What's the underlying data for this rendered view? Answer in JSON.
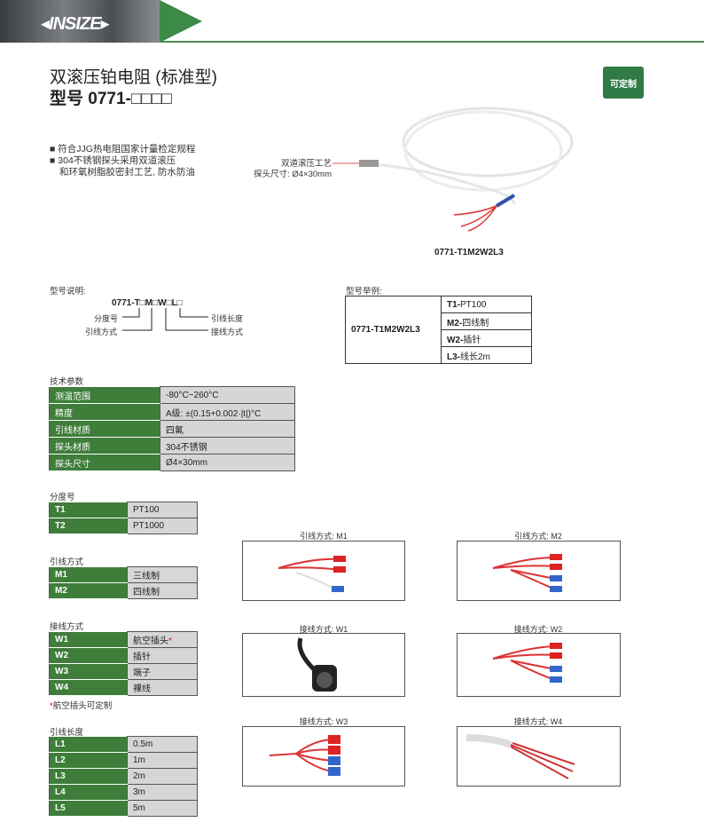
{
  "brand": {
    "logo": "INSIZE"
  },
  "header": {
    "title": "双滚压铂电阻 (标准型)",
    "model": "型号 0771-□□□□",
    "badge": "可定制"
  },
  "features": [
    "符合JJG热电阻国家计量检定规程",
    "304不锈钢探头采用双道滚压",
    "和环氧树脂胶密封工艺, 防水防油"
  ],
  "photo": {
    "callout1": "双道滚压工艺",
    "callout2": "探头尺寸: Ø4×30mm",
    "caption": "0771-T1M2W2L3"
  },
  "model_explain": {
    "label": "型号说明:",
    "code": "0771-T□M□W□L□",
    "parts": [
      "分度号",
      "引线方式",
      "引线长度",
      "接线方式"
    ]
  },
  "model_example": {
    "label": "型号举例:",
    "code": "0771-T1M2W2L3",
    "rows": [
      {
        "k": "T1-",
        "v": "PT100"
      },
      {
        "k": "M2-",
        "v": "四线制"
      },
      {
        "k": "W2-",
        "v": "插针"
      },
      {
        "k": "L3-",
        "v": "线长2m"
      }
    ]
  },
  "specs": {
    "label": "技术参数",
    "rows": [
      {
        "k": "测温范围",
        "v": "-80°C~260°C"
      },
      {
        "k": "精度",
        "v": "A级: ±(0.15+0.002·|t|)°C"
      },
      {
        "k": "引线材质",
        "v": "四氟"
      },
      {
        "k": "探头材质",
        "v": "304不锈钢"
      },
      {
        "k": "探头尺寸",
        "v": "Ø4×30mm"
      }
    ]
  },
  "graduation": {
    "label": "分度号",
    "rows": [
      {
        "k": "T1",
        "v": "PT100"
      },
      {
        "k": "T2",
        "v": "PT1000"
      }
    ]
  },
  "lead_mode": {
    "label": "引线方式",
    "rows": [
      {
        "k": "M1",
        "v": "三线制"
      },
      {
        "k": "M2",
        "v": "四线制"
      }
    ]
  },
  "wiring": {
    "label": "接线方式",
    "rows": [
      {
        "k": "W1",
        "v": "航空插头",
        "star": "*"
      },
      {
        "k": "W2",
        "v": "插针"
      },
      {
        "k": "W3",
        "v": "端子"
      },
      {
        "k": "W4",
        "v": "裸线"
      }
    ],
    "note_star": "*",
    "note": "航空插头可定制"
  },
  "lead_length": {
    "label": "引线长度",
    "rows": [
      {
        "k": "L1",
        "v": "0.5m"
      },
      {
        "k": "L2",
        "v": "1m"
      },
      {
        "k": "L3",
        "v": "2m"
      },
      {
        "k": "L4",
        "v": "3m"
      },
      {
        "k": "L5",
        "v": "5m"
      }
    ]
  },
  "images": [
    "引线方式: M1",
    "引线方式: M2",
    "接线方式: W1",
    "接线方式: W2",
    "接线方式: W3",
    "接线方式: W4"
  ],
  "colors": {
    "green": "#3e7d3a",
    "gray": "#d6d6d6"
  }
}
